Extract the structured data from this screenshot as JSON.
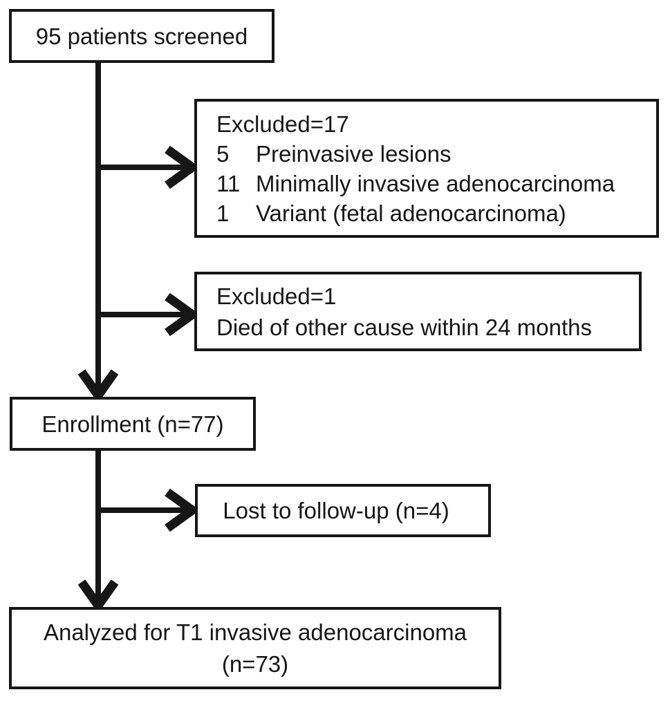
{
  "diagram": {
    "type": "patient-flow-diagram",
    "colors": {
      "ink": "#161616",
      "background": "#ffffff"
    },
    "boxes": {
      "screened": {
        "label": "95 patients screened"
      },
      "excluded17": {
        "title": "Excluded=17",
        "items": [
          {
            "n": "5",
            "reason": "Preinvasive lesions"
          },
          {
            "n": "11",
            "reason": "Minimally invasive adenocarcinoma"
          },
          {
            "n": "1",
            "reason": "Variant (fetal adenocarcinoma)"
          }
        ]
      },
      "excluded1": {
        "title": "Excluded=1",
        "reason": "Died of other cause within 24 months"
      },
      "enrollment": {
        "label": "Enrollment (n=77)"
      },
      "lost": {
        "label": "Lost to follow-up (n=4)"
      },
      "analyzed": {
        "line1": "Analyzed for T1 invasive adenocarcinoma",
        "line2": "(n=73)"
      }
    },
    "edges": [
      {
        "from": "screened",
        "to": "excluded17",
        "style": "arrow-right"
      },
      {
        "from": "screened",
        "to": "excluded1",
        "style": "arrow-right"
      },
      {
        "from": "screened",
        "to": "enrollment",
        "style": "arrow-down"
      },
      {
        "from": "enrollment",
        "to": "lost",
        "style": "arrow-right"
      },
      {
        "from": "enrollment",
        "to": "analyzed",
        "style": "arrow-down"
      }
    ]
  }
}
